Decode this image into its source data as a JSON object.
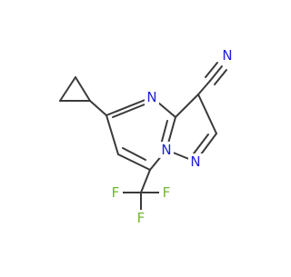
{
  "molecule": {
    "atom_labels": {
      "nitrile_n": "N",
      "ring_n4": "N",
      "ring_n_bridge": "N",
      "ring_n1": "N",
      "f_left": "F",
      "f_right": "F",
      "f_bottom": "F"
    },
    "colors": {
      "carbon_bond": "#3a3a3a",
      "nitrogen": "#2020d8",
      "fluorine": "#72b72c",
      "background": "#ffffff"
    }
  }
}
